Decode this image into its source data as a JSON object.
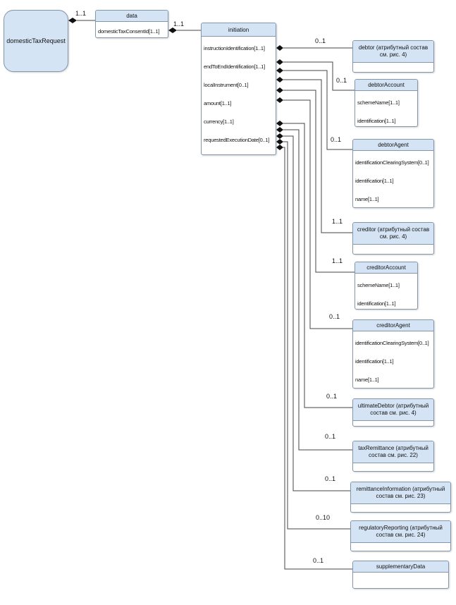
{
  "diagram": {
    "root": {
      "label": "domesticTaxRequest",
      "edge_label": "1..1"
    },
    "data": {
      "title": "data",
      "attrs": [
        "domesticTaxConsentId[1..1]"
      ],
      "edge_label": "1..1"
    },
    "initiation": {
      "title": "initiation",
      "attrs": [
        "instructionIdentification[1..1]",
        "endToEndIdentification[1..1]",
        "localInstrument[0..1]",
        "amount[1..1]",
        "currency[1..1]",
        "requestedExecutionDate[0..1]"
      ]
    },
    "targets": [
      {
        "title": "debtor (атрибутный состав см. рис. 4)",
        "mult": "0..1",
        "attrs": []
      },
      {
        "title": "debtorAccount",
        "mult": "0..1",
        "attrs": [
          "schemeName[1..1]",
          "identification[1..1]"
        ]
      },
      {
        "title": "debtorAgent",
        "mult": "0..1",
        "attrs": [
          "identificationClearingSystem[0..1]",
          "identification[1..1]",
          "name[1..1]"
        ]
      },
      {
        "title": "creditor (атрибутный состав см. рис. 4)",
        "mult": "1..1",
        "attrs": []
      },
      {
        "title": "creditorAccount",
        "mult": "1..1",
        "attrs": [
          "schemeName[1..1]",
          "identification[1..1]"
        ]
      },
      {
        "title": "creditorAgent",
        "mult": "0..1",
        "attrs": [
          "identificationClearingSystem[0..1]",
          "identification[1..1]",
          "name[1..1]"
        ]
      },
      {
        "title": "ultimateDebtor (атрибутный состав см. рис. 4)",
        "mult": "0..1",
        "attrs": []
      },
      {
        "title": "taxRemittance (атрибутный состав см. рис. 22)",
        "mult": "0..1",
        "attrs": []
      },
      {
        "title": "remittanceInformation (атрибутный состав см. рис. 23)",
        "mult": "0..1",
        "attrs": []
      },
      {
        "title": "regulatoryReporting (атрибутный состав см. рис. 24)",
        "mult": "0..10",
        "attrs": []
      },
      {
        "title": "supplementaryData",
        "mult": "0..1",
        "attrs": []
      }
    ]
  }
}
